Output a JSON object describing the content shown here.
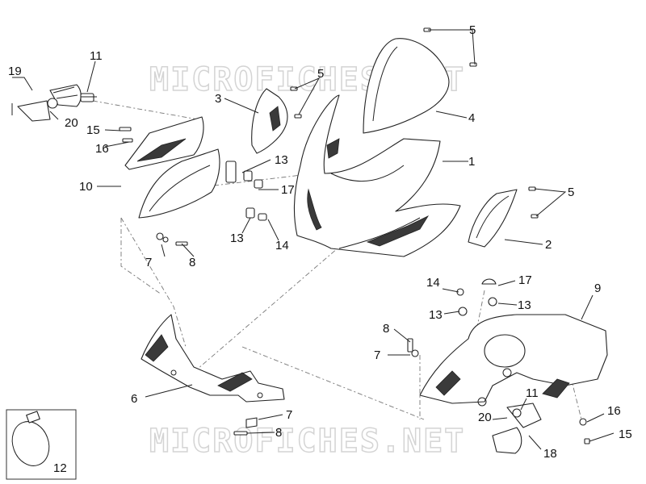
{
  "watermarks": [
    "MICROFICHES.NET",
    "MICROFICHES.NET"
  ],
  "callouts": [
    "1",
    "2",
    "3",
    "4",
    "5",
    "5",
    "5",
    "6",
    "7",
    "7",
    "7",
    "8",
    "8",
    "8",
    "9",
    "10",
    "11",
    "11",
    "12",
    "13",
    "13",
    "13",
    "13",
    "14",
    "14",
    "15",
    "15",
    "16",
    "16",
    "17",
    "17",
    "18",
    "19",
    "20",
    "20"
  ]
}
